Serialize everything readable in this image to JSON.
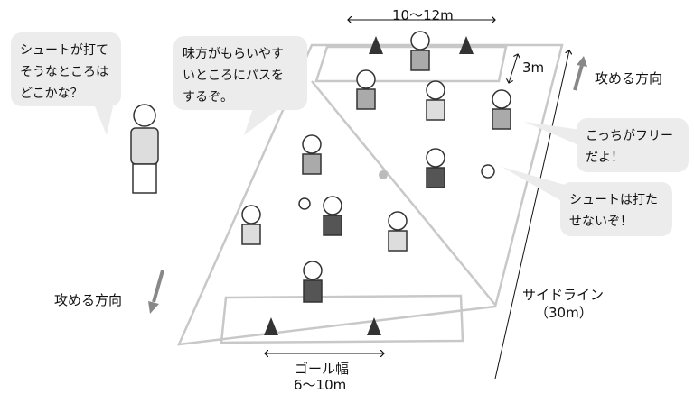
{
  "bubbles": {
    "coach": [
      "シュートが打て",
      "そうなところは",
      "どこかな？"
    ],
    "passer": [
      "味方がもらいやす",
      "いところにパスを",
      "するぞ。"
    ],
    "free": [
      "こっちがフリー",
      "だよ！"
    ],
    "defender": [
      "シュートは打た",
      "せないぞ！"
    ]
  },
  "labels": {
    "top_goal_width": "10〜12m",
    "goal_area_depth": "3m",
    "attack_direction_top": "攻める方向",
    "attack_direction_bottom": "攻める方向",
    "sideline": "サイドライン",
    "sideline_length": "（30m）",
    "goal_width_title": "ゴール幅",
    "goal_width_value": "6〜10m"
  },
  "colors": {
    "field_line": "#c8c8c8",
    "bubble": "#ececec",
    "arrow": "#888888"
  }
}
